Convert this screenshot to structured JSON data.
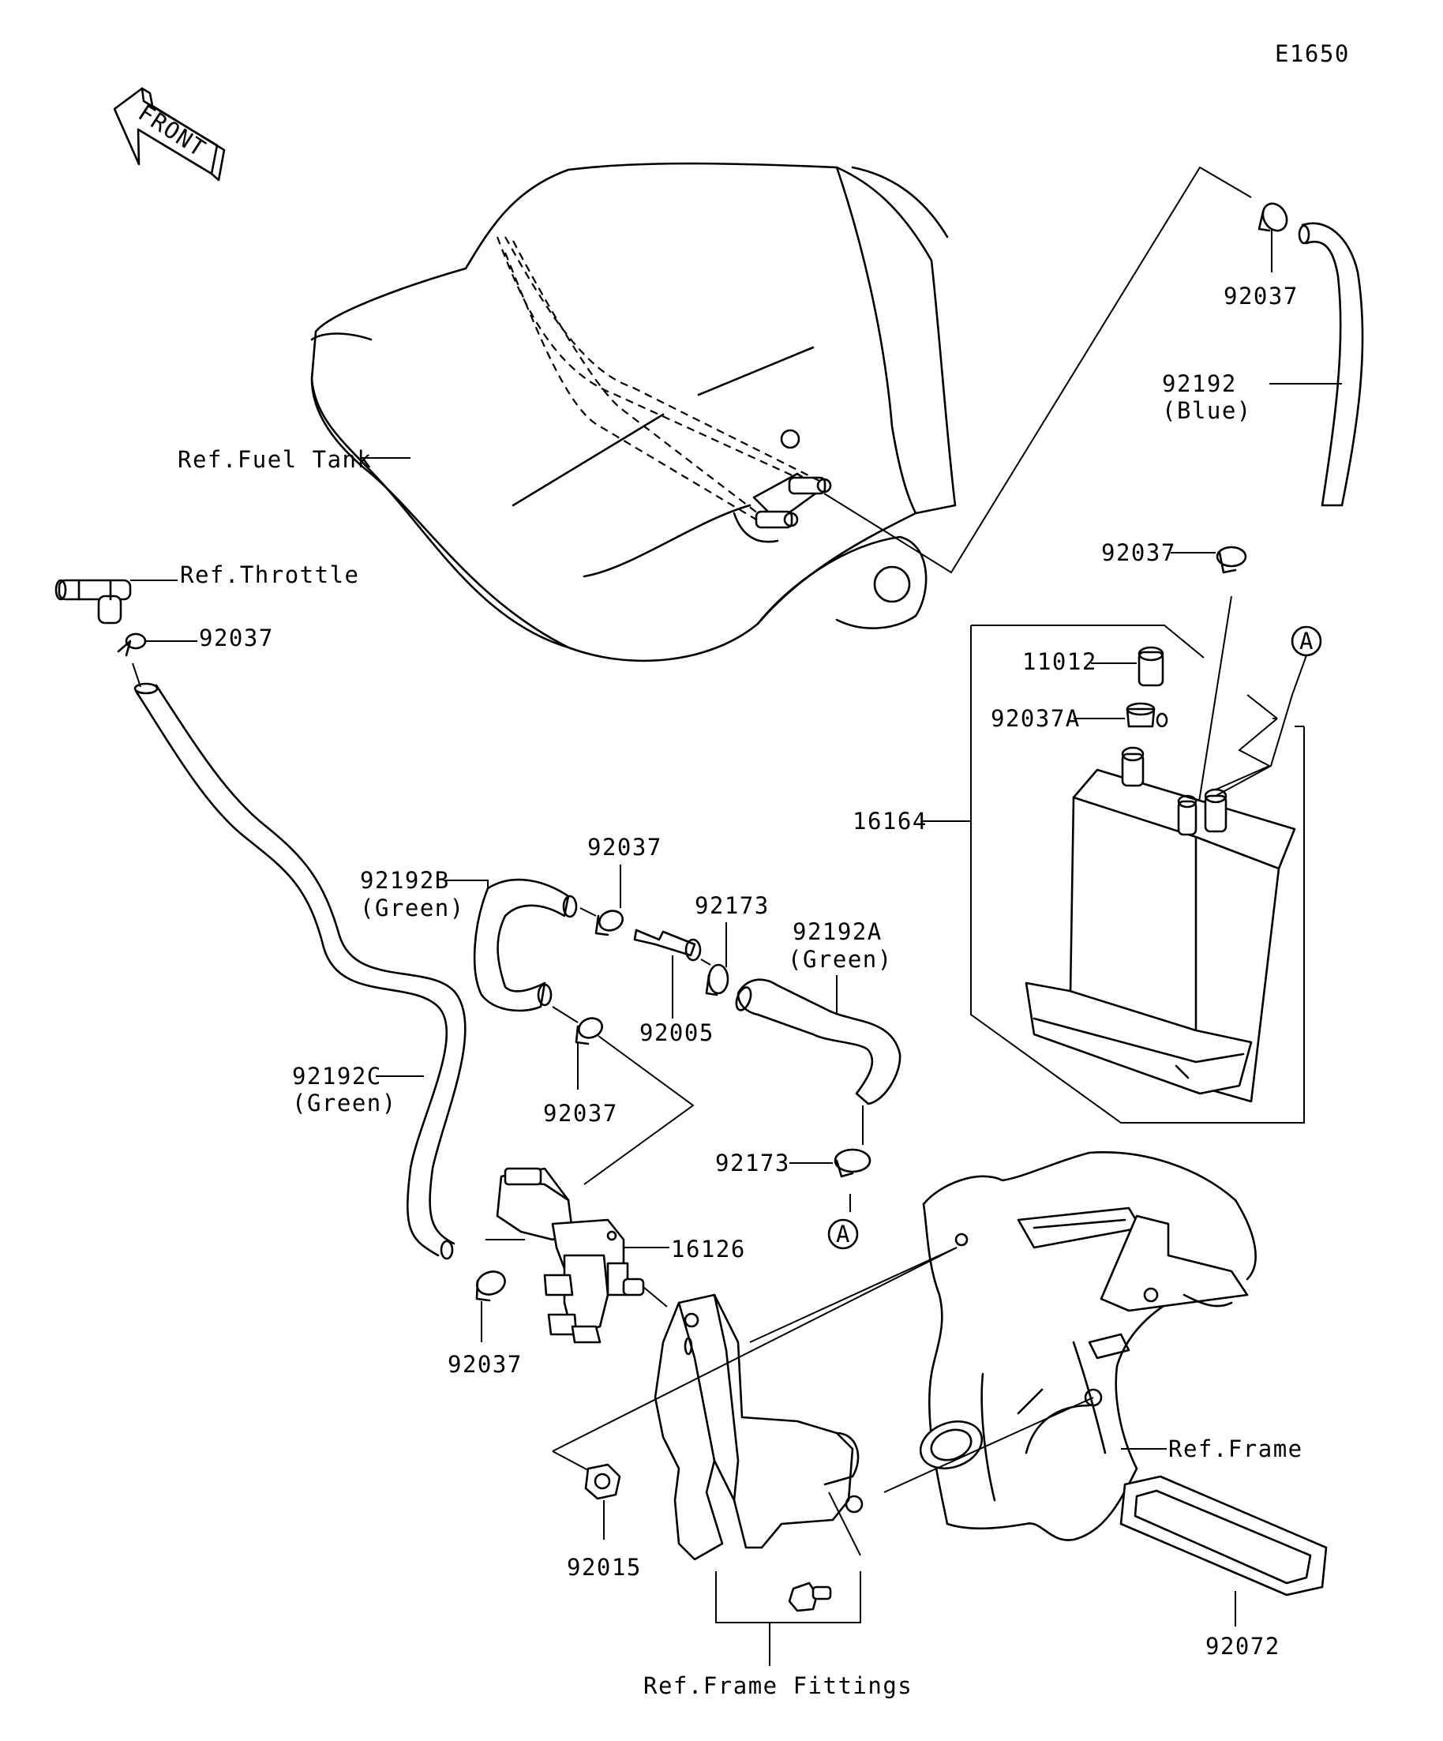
{
  "diagram_code": "E1650",
  "front_arrow": {
    "text": "FRONT",
    "icon": "front-arrow-icon"
  },
  "refs": {
    "fuel_tank": "Ref.Fuel Tank",
    "throttle": "Ref.Throttle",
    "frame": "Ref.Frame",
    "frame_fittings": "Ref.Frame Fittings"
  },
  "parts": {
    "p92037_top": "92037",
    "p92192_blue": "92192",
    "p92192_blue_color": "(Blue)",
    "p92037_mid": "92037",
    "p11012": "11012",
    "p92037A": "92037A",
    "p16164": "16164",
    "p92037_throttle": "92037",
    "p92192B": "92192B",
    "p92192B_color": "(Green)",
    "p92037_b_top": "92037",
    "p92173_top": "92173",
    "p92192A": "92192A",
    "p92192A_color": "(Green)",
    "p92005": "92005",
    "p92037_b_bottom": "92037",
    "p92192C": "92192C",
    "p92192C_color": "(Green)",
    "p92173_bottom": "92173",
    "p16126": "16126",
    "p92037_bottom": "92037",
    "p92015": "92015",
    "p92072": "92072"
  },
  "connectors": {
    "a_upper": "A",
    "a_lower": "A"
  }
}
